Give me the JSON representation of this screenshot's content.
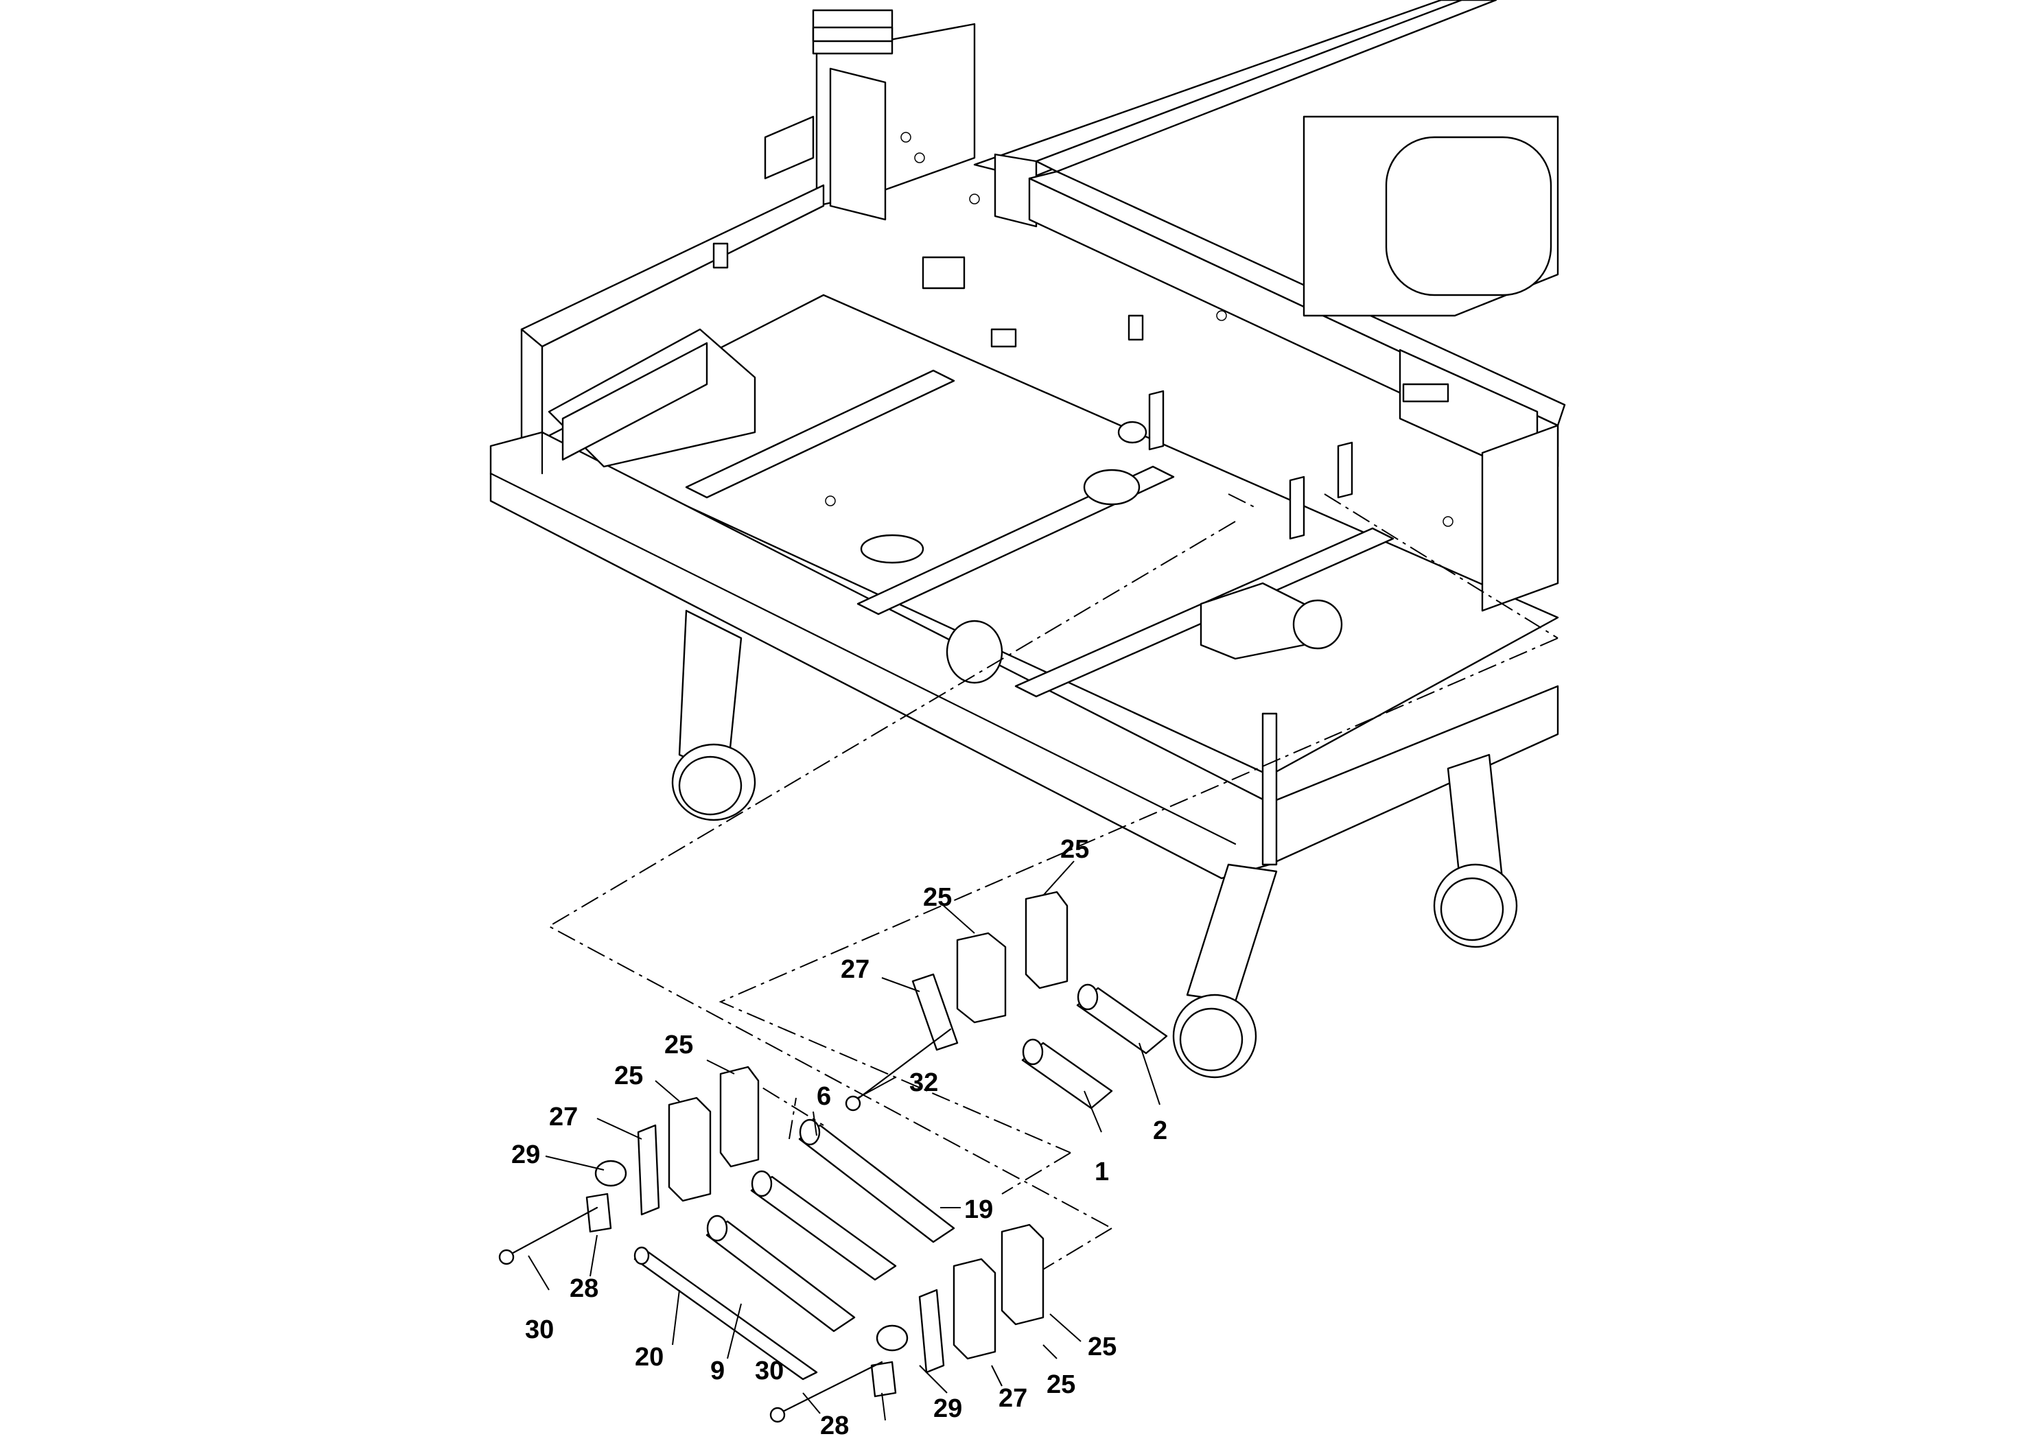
{
  "callouts": {
    "c1": "1",
    "c2": "2",
    "c6": "6",
    "c9": "9",
    "c19": "19",
    "c20": "20",
    "c25a": "25",
    "c25b": "25",
    "c25c": "25",
    "c25d": "25",
    "c25e": "25",
    "c25f": "25",
    "c27a": "27",
    "c27b": "27",
    "c27c": "27",
    "c28a": "28",
    "c28b": "28",
    "c29a": "29",
    "c29b": "29",
    "c30a": "30",
    "c30b": "30",
    "c32": "32"
  }
}
